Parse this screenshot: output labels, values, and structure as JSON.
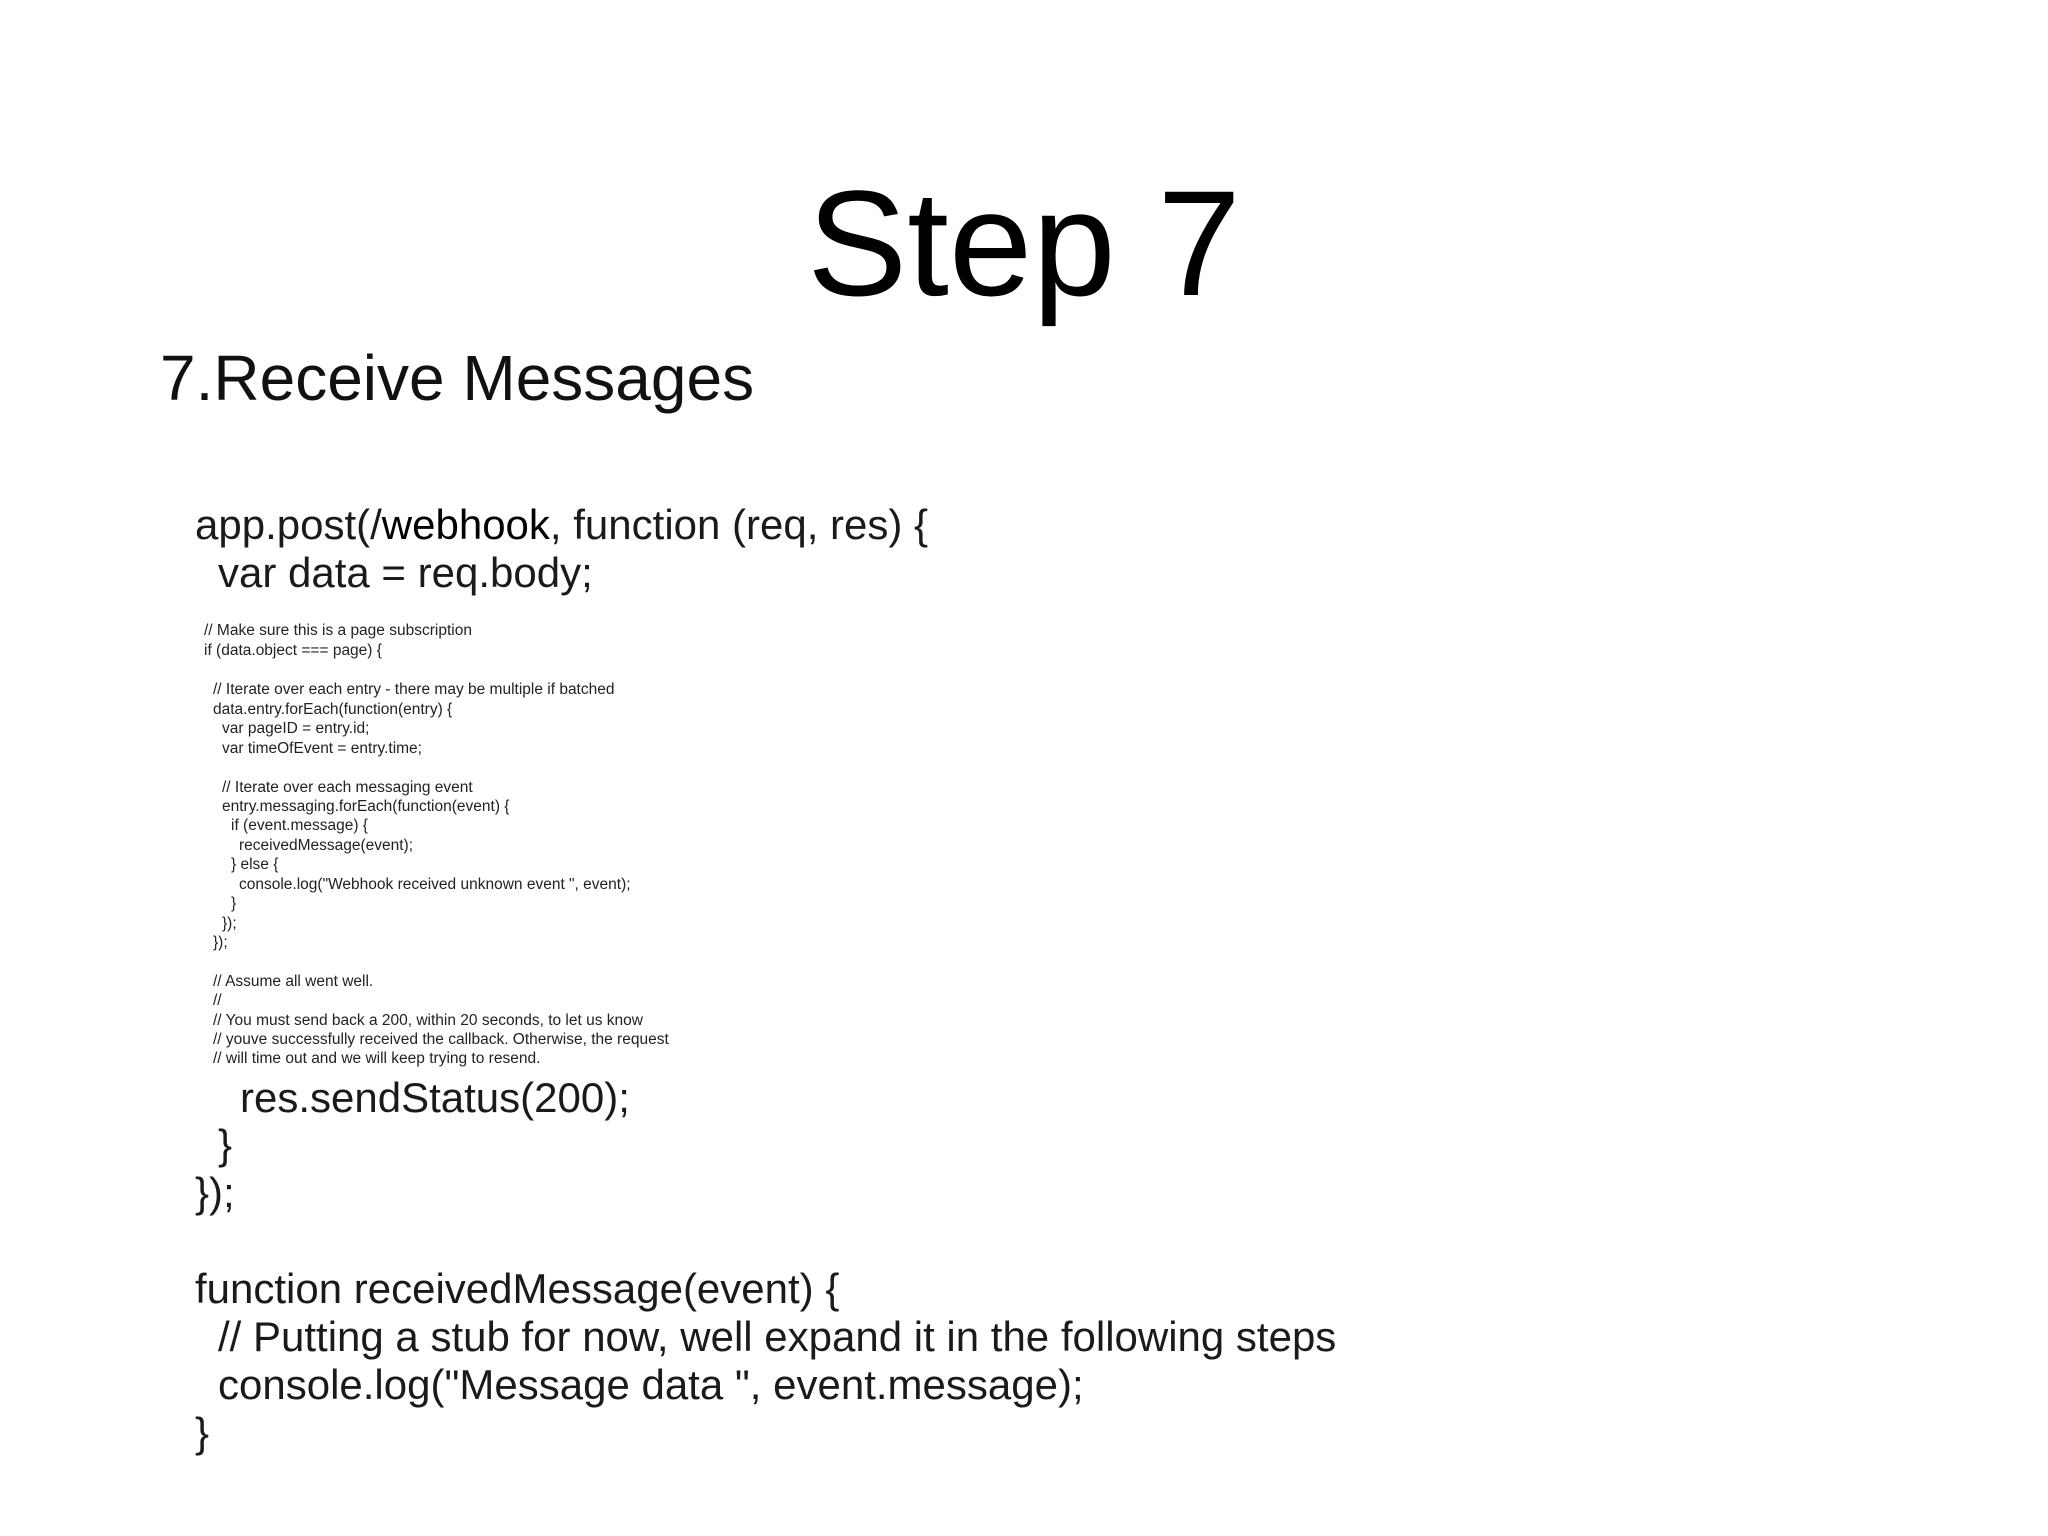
{
  "slide": {
    "title": "Step 7",
    "subtitle": "7.Receive Messages"
  },
  "code": {
    "line1_prefix": "app.post(/",
    "line1_emph": "webhook",
    "line1_suffix": ", function (req, res) {",
    "line2": "var data = req.body;",
    "small_lines": [
      "// Make sure this is a page subscription",
      "if (data.object === page) {",
      "// Iterate over each entry - there may be multiple if batched",
      "data.entry.forEach(function(entry) {",
      "var pageID = entry.id;",
      "var timeOfEvent = entry.time;",
      "// Iterate over each messaging event",
      "entry.messaging.forEach(function(event) {",
      "if (event.message) {",
      "receivedMessage(event);",
      "} else {",
      "console.log(\"Webhook received unknown event \", event);",
      "}",
      "});",
      "});",
      "// Assume all went well.",
      "//",
      "// You must send back a 200, within 20 seconds, to let us know",
      "// youve successfully received the callback. Otherwise, the request",
      "// will time out and we will keep trying to resend."
    ],
    "send_status": "res.sendStatus(200);",
    "close_brace": "}",
    "close_post": "});",
    "func_open": "function receivedMessage(event) {",
    "func_comment": "// Putting a stub for now, well expand it in the following steps",
    "func_log": "console.log(\"Message data \", event.message);",
    "func_close": "}"
  }
}
